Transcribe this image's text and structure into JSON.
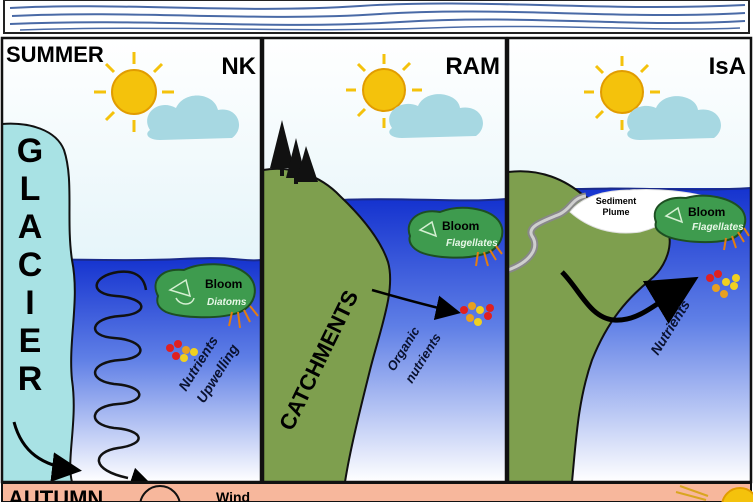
{
  "season_top": "SUMMER",
  "season_bottom": "AUTUMN",
  "bottom_wind": "Wind",
  "panels": [
    {
      "site": "NK",
      "glacier": "GLACIER",
      "bloom": "Bloom",
      "taxon": "Diatoms",
      "nutrients": "Nutrients",
      "upwelling": "Upwelling"
    },
    {
      "site": "RAM",
      "catchments": "CATCHMENTS",
      "bloom": "Bloom",
      "taxon": "Flagellates",
      "organic": "Organic",
      "organic_nutrients": "nutrients"
    },
    {
      "site": "IsA",
      "plume_line1": "Sediment",
      "plume_line2": "Plume",
      "bloom": "Bloom",
      "taxon": "Flagellates",
      "nutrients": "Nutrients"
    }
  ],
  "colors": {
    "sky": "#d2eef6",
    "sea_deep": "#1533cf",
    "land": "#7e9f4e",
    "glacier": "#a8e2e4",
    "bloom": "#3e9b4e",
    "sun": "#f4c20c",
    "autumn_band": "#f7b79c"
  }
}
